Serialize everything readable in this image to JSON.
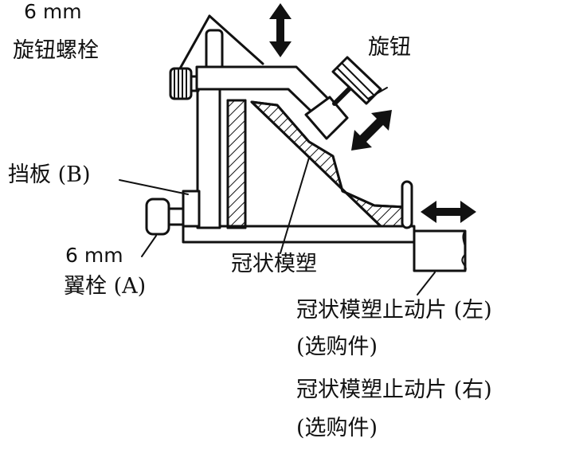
{
  "colors": {
    "ink": "#111111",
    "paper": "#ffffff"
  },
  "labels": {
    "knob_bolt_size": "6 mm",
    "knob_bolt": "旋钮螺栓",
    "knob": "旋钮",
    "fence_b": "挡板 (B)",
    "wing_bolt_size": "6 mm",
    "wing_bolt_a": "翼栓 (A)",
    "crown_molding": "冠状模塑",
    "stopper_left": "冠状模塑止动片 (左)",
    "optional_1": "(选购件)",
    "stopper_right": "冠状模塑止动片 (右)",
    "optional_2": "(选购件)"
  },
  "icons": [
    "up-down-arrow-icon",
    "diagonal-double-arrow-icon",
    "left-right-arrow-icon"
  ]
}
